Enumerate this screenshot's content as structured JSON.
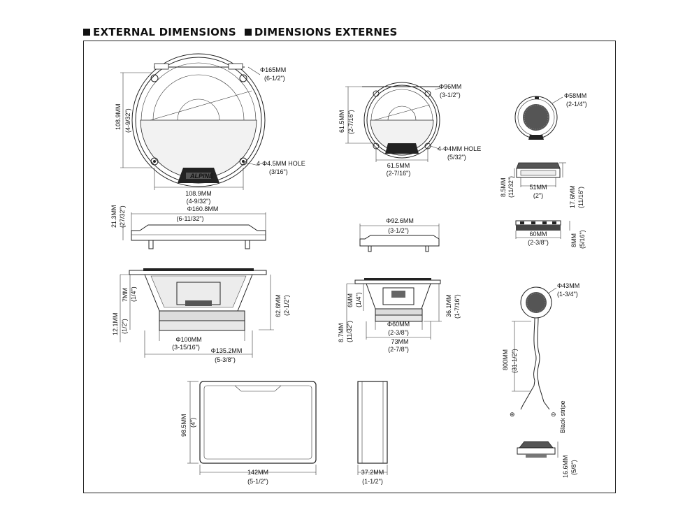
{
  "header": {
    "title_en": "EXTERNAL DIMENSIONS",
    "title_fr": "DIMENSIONS EXTERNES"
  },
  "woofer165": {
    "dia": "Φ165MM",
    "dia_in": "(6-1/2\")",
    "height": "108.9MM",
    "height_in": "(4-9/32\")",
    "width": "108.9MM",
    "width_in": "(4-9/32\")",
    "hole": "4-Φ4.5MM HOLE",
    "hole_in": "(3/16\")",
    "side_dia": "Φ160.8MM",
    "side_dia_in": "(6-11/32\")",
    "side_h": "21.3MM",
    "side_h_in": "(27/32\")",
    "depth_top": "7MM",
    "depth_top_in": "(1/4\")",
    "depth_total": "12.1MM",
    "depth_total_in": "(1/2\")",
    "mag_h": "62.6MM",
    "mag_h_in": "(2-1/2\")",
    "mag_dia": "Φ100MM",
    "mag_dia_in": "(3-15/16\")",
    "cut_dia": "Φ135.2MM",
    "cut_dia_in": "(5-3/8\")",
    "brand": "ALPINE"
  },
  "woofer96": {
    "dia": "Φ96MM",
    "dia_in": "(3-1/2\")",
    "height": "61.5MM",
    "height_in": "(2-7/16\")",
    "width": "61.5MM",
    "width_in": "(2-7/16\")",
    "hole": "4-Φ4MM HOLE",
    "hole_in": "(5/32\")",
    "side_dia": "Φ92.6MM",
    "side_dia_in": "(3-1/2\")",
    "depth_top": "6MM",
    "depth_top_in": "(1/4\")",
    "depth_total": "8.7MM",
    "depth_total_in": "(11/32\")",
    "mag_h": "36.1MM",
    "mag_h_in": "(1-7/16\")",
    "mag_dia": "Φ60MM",
    "mag_dia_in": "(2-3/8\")",
    "cut": "73MM",
    "cut_in": "(2-7/8\")"
  },
  "tweeter58": {
    "dia": "Φ58MM",
    "dia_in": "(2-1/4\")",
    "h1": "8.5MM",
    "h1_in": "(11/32\")",
    "w1": "51MM",
    "w1_in": "(2\")",
    "h2": "17.6MM",
    "h2_in": "(11/16\")",
    "w2": "60MM",
    "w2_in": "(2-3/8\")",
    "h3": "8MM",
    "h3_in": "(5/16\")"
  },
  "tweeter43": {
    "dia": "Φ43MM",
    "dia_in": "(1-3/4\")",
    "cable": "800MM",
    "cable_in": "(31-1/2\")",
    "plus": "⊕",
    "minus": "⊖",
    "stripe": "Black stripe",
    "h": "16.6MM",
    "h_in": "(5/8\")"
  },
  "network": {
    "h": "98.5MM",
    "h_in": "(4\")",
    "w": "142MM",
    "w_in": "(5-1/2\")",
    "d": "37.2MM",
    "d_in": "(1-1/2\")"
  }
}
